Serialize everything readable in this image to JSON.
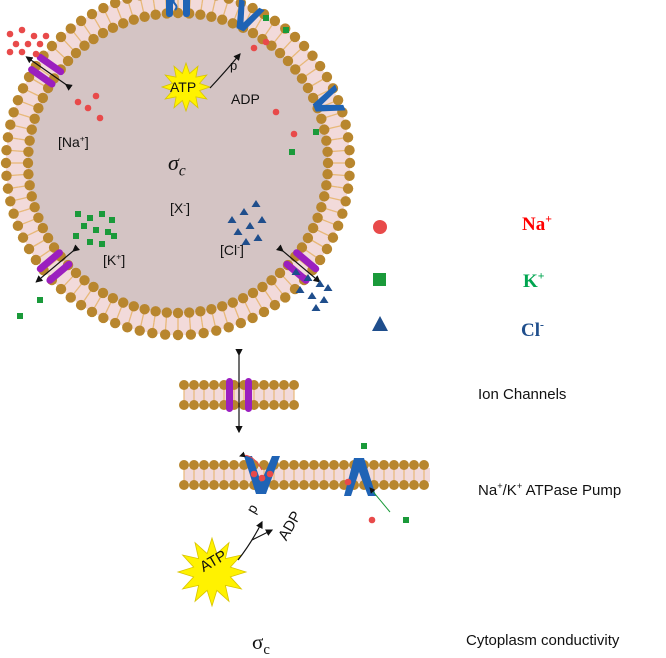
{
  "cell": {
    "na_conc_label": "[Na",
    "na_conc_sup": "+",
    "k_conc_label": "[K",
    "k_conc_sup": "+",
    "cl_conc_label": "[Cl",
    "cl_conc_sup": "-",
    "x_conc_label": "[X",
    "x_conc_sup": "-",
    "bracket_close": "]",
    "conductivity_symbol": "σ",
    "conductivity_subscript": "c",
    "atp_label": "ATP",
    "adp_label": "ADP",
    "phosphate_label": "p"
  },
  "legend": {
    "items": [
      {
        "name": "Na",
        "charge": "+",
        "color": "#ff0000",
        "marker": "circle",
        "marker_color": "#e84a4a"
      },
      {
        "name": "K",
        "charge": "+",
        "color": "#00a550",
        "marker": "square",
        "marker_color": "#1a9a3a"
      },
      {
        "name": "Cl",
        "charge": "-",
        "color": "#1f4e8c",
        "marker": "triangle",
        "marker_color": "#1f4e8c"
      }
    ]
  },
  "key": {
    "channel_label": "Ion Channels",
    "pump_label_na": "Na",
    "pump_label_plus1": "+",
    "pump_label_slash": "/K",
    "pump_label_plus2": "+",
    "pump_label_rest": " ATPase Pump",
    "pump_atp": "ATP",
    "pump_adp": "ADP",
    "pump_p": "p",
    "sigma_symbol": "σ",
    "sigma_subscript": "c",
    "sigma_label": "Cytoplasm conductivity"
  },
  "colors": {
    "cytoplasm": "#d4c4c4",
    "lipid_head": "#b8862e",
    "lipid_tail": "#e8b878",
    "membrane_fill": "#f2dada",
    "channel": "#9b1fbf",
    "pump": "#1f63b5",
    "atp_star": "#fff200",
    "na": "#e84a4a",
    "k": "#1a9a3a",
    "cl": "#1f4e8c"
  }
}
